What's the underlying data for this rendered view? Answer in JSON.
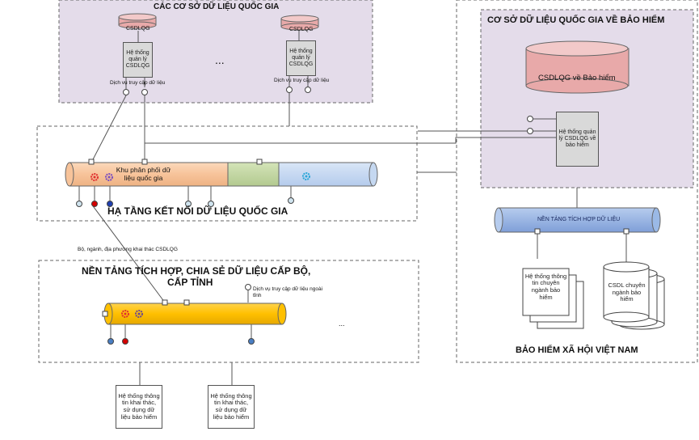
{
  "national_dbs": {
    "title": "CÁC CƠ SỞ DỮ LIỆU QUỐC GIA",
    "db_label": "CSDLQG",
    "mgmt_system": "Hệ thống quản lý CSDLQG",
    "access_service_1": "Dịch vụ truy cập dữ liệu",
    "access_service_2": "Dịch vụ truy cập dữ liệu",
    "ellipsis": "..."
  },
  "insurance_db": {
    "title": "CƠ SỞ DỮ LIỆU QUỐC GIA VỀ BẢO HIỂM",
    "db_label": "CSDLQG về Bảo hiểm",
    "mgmt_system": "Hệ thống quản lý CSDLQG về bảo hiểm"
  },
  "national_connect": {
    "title": "HẠ TẦNG KẾT NỐI DỮ LIỆU QUỐC GIA",
    "zone": "Khu phân phối dữ liệu quốc gia"
  },
  "ministry_platform": {
    "title_line1": "NỀN TẢNG TÍCH HỢP, CHIA SẺ DỮ LIỆU CẤP BỘ,",
    "title_line2": "CẤP TỈNH",
    "consumers_label": "Bộ, ngành, địa phương khai thác CSDLQG",
    "external_service": "Dịch vụ truy cập dữ liệu ngoài tỉnh",
    "ellipsis": "...",
    "consumer_system_1": "Hệ thống thông tin khai thác, sử dụng dữ liệu bảo hiểm",
    "consumer_system_2": "Hệ thống thông tin khai thác, sử dụng dữ liệu bảo hiểm"
  },
  "vss": {
    "title": "BẢO HIỂM XÃ HỘI VIỆT NAM",
    "integration_platform": "NỀN TẢNG TÍCH HỢP DỮ LIỆU",
    "specialized_system": "Hệ thống thông tin chuyên ngành bảo hiểm",
    "specialized_db": "CSDL chuyên ngành bảo hiểm"
  },
  "colors": {
    "purple_bg": "#e4dcea",
    "db_pink": "#e8a9a9",
    "pipe_orange": "#f8c8a0",
    "pipe_green": "#c4d8a3",
    "pipe_blue": "#c5d8f1",
    "pipe_yellow": "#ffc000",
    "platform_blue": "#9ab9e6",
    "sys_gray": "#d9d9d9"
  }
}
